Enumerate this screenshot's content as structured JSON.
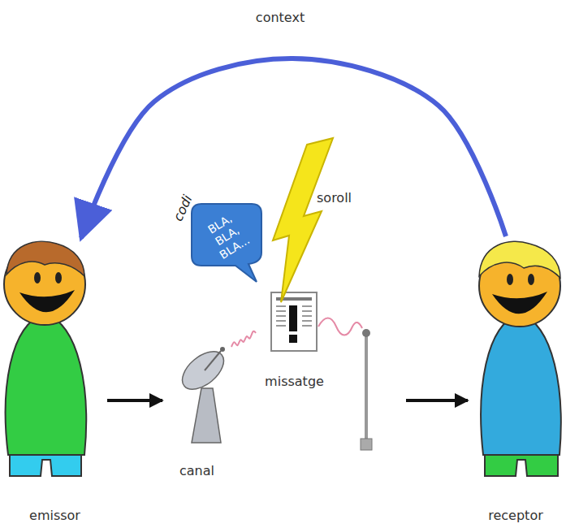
{
  "diagram": {
    "nodes": [
      {
        "text": [
          "emissor"
        ]
      },
      {
        "text": [
          "canal"
        ]
      },
      {
        "text": [
          "codi",
          "BLA, BLA, BLA..."
        ]
      },
      {
        "text": [
          "missatge"
        ]
      },
      {
        "text": [
          "receptor"
        ]
      }
    ],
    "edges": [
      {
        "from": 0,
        "to": 1,
        "arrow": "to"
      },
      {
        "from": 1,
        "to": 3,
        "arrow": "none"
      },
      {
        "from": 4,
        "to": 0,
        "arrow": "to"
      }
    ],
    "labels": [
      "context",
      "soroll"
    ]
  }
}
